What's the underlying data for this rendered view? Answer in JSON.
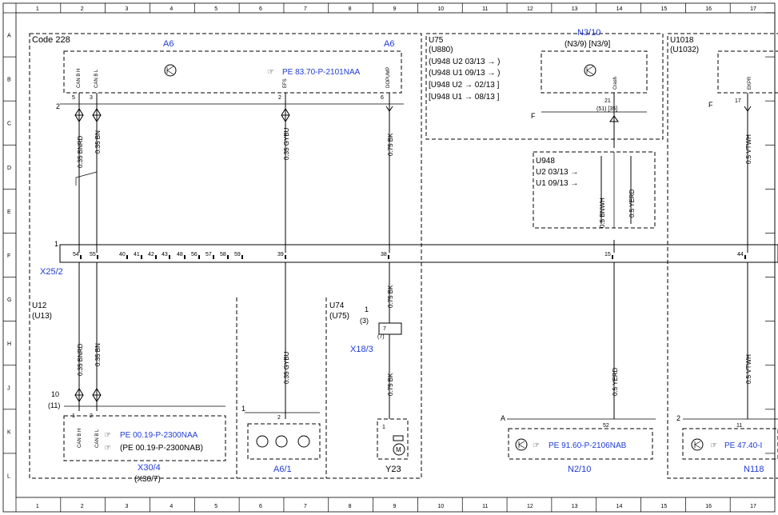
{
  "grid": {
    "columns": [
      "1",
      "2",
      "3",
      "4",
      "5",
      "6",
      "7",
      "8",
      "9",
      "10",
      "11",
      "12",
      "13",
      "14",
      "15",
      "16",
      "17"
    ],
    "rows": [
      "A",
      "B",
      "C",
      "D",
      "E",
      "F",
      "G",
      "H",
      "J",
      "K",
      "L"
    ]
  },
  "top_left": {
    "code": "Code 228",
    "a6_left": "A6",
    "a6_right": "A6",
    "pe_ref": "PE 83.70-P-2101NAA",
    "pin_labels": [
      "CAN B H",
      "CAN B L",
      "EFS",
      "DOPUMP"
    ],
    "pin_nums": [
      "5",
      "3",
      "2",
      "6"
    ],
    "conn_num": "2"
  },
  "u75_box": {
    "title": "U75",
    "sub": "(U880)",
    "lines": [
      "(U948  U2  03/13 → )",
      "(U948  U1  09/13 → )",
      "[U948  U2 → 02/13 ]",
      "[U948  U1 → 08/13 ]"
    ],
    "n3_10": "N3/10",
    "n3_9": "(N3/9) [N3/9]",
    "pin_label": "Crash",
    "pin_num": "21",
    "pin_alt": "(51) [35]",
    "f_label": "F"
  },
  "u948_box": {
    "title": "U948",
    "lines": [
      "U2  03/13 →",
      "U1  09/13 →"
    ],
    "wire_a": "0.5 BNWH",
    "wire_b": "0.5 YERD"
  },
  "u1018": {
    "title": "U1018",
    "sub": "(U1032)",
    "pin_label": "EKPR",
    "pin_num": "17",
    "f_label": "F"
  },
  "wires_top": [
    "0.35 BNRD",
    "0.35 BN",
    "0.35 GYBU",
    "0.75 BK",
    "0.5 VTWH"
  ],
  "x25": {
    "label": "X25/2",
    "one": "1",
    "pins": [
      "54",
      "55",
      "40",
      "41",
      "42",
      "43",
      "48",
      "56",
      "57",
      "58",
      "59",
      "39",
      "38",
      "15",
      "44"
    ]
  },
  "bottom": {
    "u12": "U12",
    "u13": "(U13)",
    "u74": "U74",
    "u75": "(U75)",
    "x18_3": "X18/3",
    "x18_pin": "1",
    "x18_sub": "(3)",
    "x18_7": "7",
    "x18_7b": "(7)",
    "wires": [
      "0.35 BNRD",
      "0.35 BN",
      "0.35 GYBU",
      "0.75 BK",
      "0.75 BK",
      "0.5 YERD",
      "0.5 VTWH"
    ],
    "conn10": "10",
    "conn11": "(11)",
    "x30_pins": [
      "1",
      "2"
    ],
    "x30_labels": [
      "CAN B H",
      "CAN B L"
    ],
    "x30_pe1": "PE 00.19-P-2300NAA",
    "x30_pe2": "(PE 00.19-P-2300NAB)",
    "x30": "X30/4",
    "x30b": "(X30/7)",
    "a6_1": "A6/1",
    "a6_1_pin": "2",
    "a6_1_one": "1",
    "y23": "Y23",
    "y23_pin": "1",
    "n2_10": "N2/10",
    "n2_pe": "PE 91.60-P-2106NAB",
    "n2_pin": "52",
    "n2_a": "A",
    "n118": "N118",
    "n118_pe": "PE 47.40-I",
    "n118_pin": "11",
    "n118_two": "2"
  }
}
